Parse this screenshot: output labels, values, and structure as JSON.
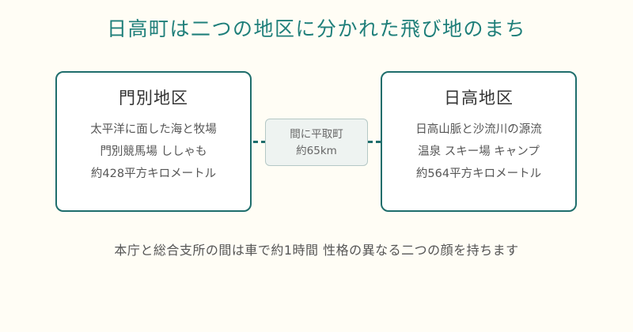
{
  "title": "日高町は二つの地区に分かれた飛び地のまち",
  "districts": {
    "left": {
      "name": "門別地区",
      "lines": [
        "太平洋に面した海と牧場",
        "門別競馬場 ししゃも",
        "約428平方キロメートル"
      ]
    },
    "right": {
      "name": "日高地区",
      "lines": [
        "日高山脈と沙流川の源流",
        "温泉 スキー場 キャンプ",
        "約564平方キロメートル"
      ]
    }
  },
  "link": {
    "line1": "間に平取町",
    "line2": "約65km"
  },
  "caption": "本庁と総合支所の間は車で約1時間 性格の異なる二つの顔を持ちます",
  "colors": {
    "title": "#1f7f7a",
    "border": "#1f6e6c",
    "background": "#fffdf5",
    "link_box": "#eef3f1"
  }
}
